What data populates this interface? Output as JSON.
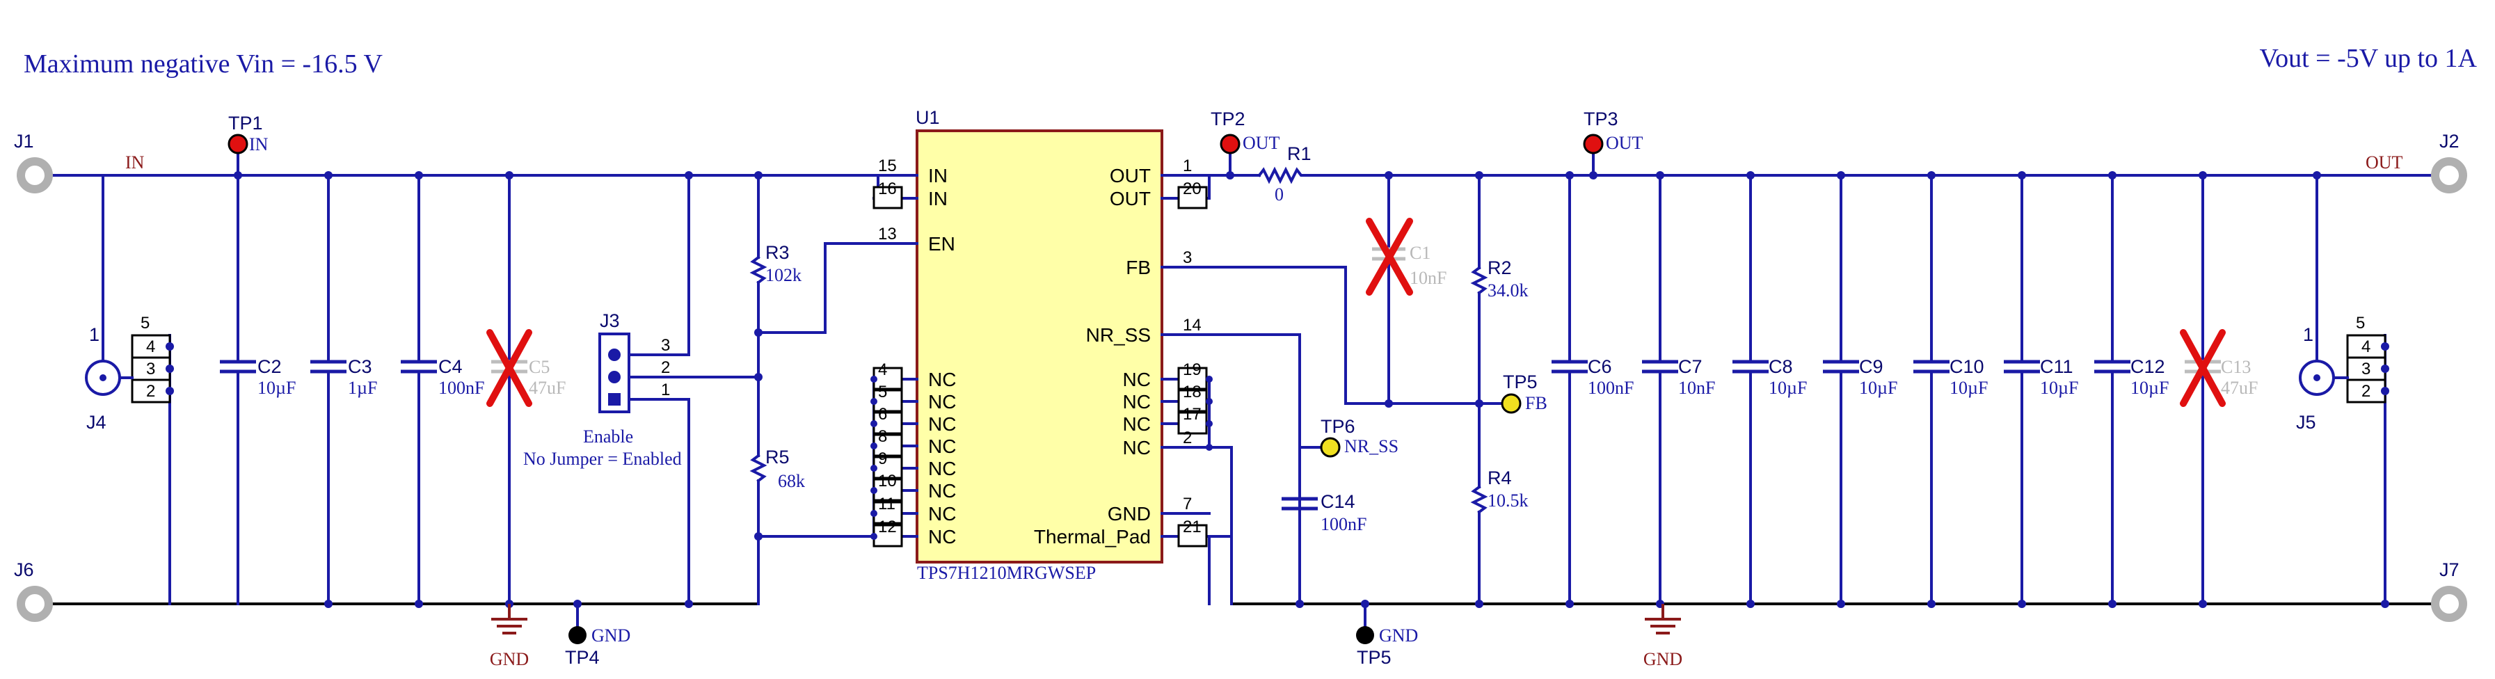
{
  "notes": {
    "vin_note": "Maximum negative Vin = -16.5 V",
    "vout_note": "Vout = -5V up to 1A"
  },
  "nets": {
    "in": "IN",
    "out": "OUT",
    "gnd": "GND",
    "fb": "FB",
    "nr_ss": "NR_SS"
  },
  "connectors": {
    "j1": "J1",
    "j2": "J2",
    "j6": "J6",
    "j7": "J7",
    "j4": "J4",
    "j5": "J5",
    "j3": "J3"
  },
  "test_points": {
    "tp1": "TP1",
    "tp2": "TP2",
    "tp3": "TP3",
    "tp4": "TP4",
    "tp5_gnd": "TP5",
    "tp5_fb": "TP5",
    "tp6": "TP6"
  },
  "header_pins": {
    "p5": "5",
    "p4": "4",
    "p3": "3",
    "p2": "2",
    "p1": "1"
  },
  "jumper": {
    "label": "Enable",
    "note": "No Jumper = Enabled",
    "pins": [
      "3",
      "2",
      "1"
    ]
  },
  "ic": {
    "ref": "U1",
    "part": "TPS7H1210MRGWSEP",
    "left_pins": [
      {
        "num": "15",
        "name": "IN"
      },
      {
        "num": "16",
        "name": "IN"
      },
      {
        "num": "13",
        "name": "EN"
      },
      {
        "num": "4",
        "name": "NC"
      },
      {
        "num": "5",
        "name": "NC"
      },
      {
        "num": "6",
        "name": "NC"
      },
      {
        "num": "8",
        "name": "NC"
      },
      {
        "num": "9",
        "name": "NC"
      },
      {
        "num": "10",
        "name": "NC"
      },
      {
        "num": "11",
        "name": "NC"
      },
      {
        "num": "12",
        "name": "NC"
      }
    ],
    "right_pins": [
      {
        "num": "1",
        "name": "OUT"
      },
      {
        "num": "20",
        "name": "OUT"
      },
      {
        "num": "3",
        "name": "FB"
      },
      {
        "num": "14",
        "name": "NR_SS"
      },
      {
        "num": "19",
        "name": "NC"
      },
      {
        "num": "18",
        "name": "NC"
      },
      {
        "num": "17",
        "name": "NC"
      },
      {
        "num": "2",
        "name": "NC"
      },
      {
        "num": "7",
        "name": "GND"
      },
      {
        "num": "21",
        "name": "Thermal_Pad"
      }
    ]
  },
  "input_caps": [
    {
      "ref": "C2",
      "value": "10µF"
    },
    {
      "ref": "C3",
      "value": "1µF"
    },
    {
      "ref": "C4",
      "value": "100nF"
    },
    {
      "ref": "C5",
      "value": "47uF",
      "dnp": true
    }
  ],
  "output_caps": [
    {
      "ref": "C6",
      "value": "100nF"
    },
    {
      "ref": "C7",
      "value": "10nF"
    },
    {
      "ref": "C8",
      "value": "10µF"
    },
    {
      "ref": "C9",
      "value": "10µF"
    },
    {
      "ref": "C10",
      "value": "10µF"
    },
    {
      "ref": "C11",
      "value": "10µF"
    },
    {
      "ref": "C12",
      "value": "10µF"
    },
    {
      "ref": "C13",
      "value": "47uF",
      "dnp": true
    }
  ],
  "other_parts": {
    "c1": {
      "ref": "C1",
      "value": "10nF",
      "dnp": true
    },
    "c14": {
      "ref": "C14",
      "value": "100nF"
    },
    "r1": {
      "ref": "R1",
      "value": "0"
    },
    "r2": {
      "ref": "R2",
      "value": "34.0k"
    },
    "r3": {
      "ref": "R3",
      "value": "102k"
    },
    "r4": {
      "ref": "R4",
      "value": "10.5k"
    },
    "r5": {
      "ref": "R5",
      "value": "68k"
    }
  },
  "colors": {
    "wire": "#1a1aa6",
    "ic_fill": "#ffffa8",
    "ic_border": "#8b1a1a",
    "dnp_mark": "#e01010",
    "net_label": "#8b1a1a",
    "tp_red": "#e01010",
    "tp_yellow": "#f0e020"
  }
}
